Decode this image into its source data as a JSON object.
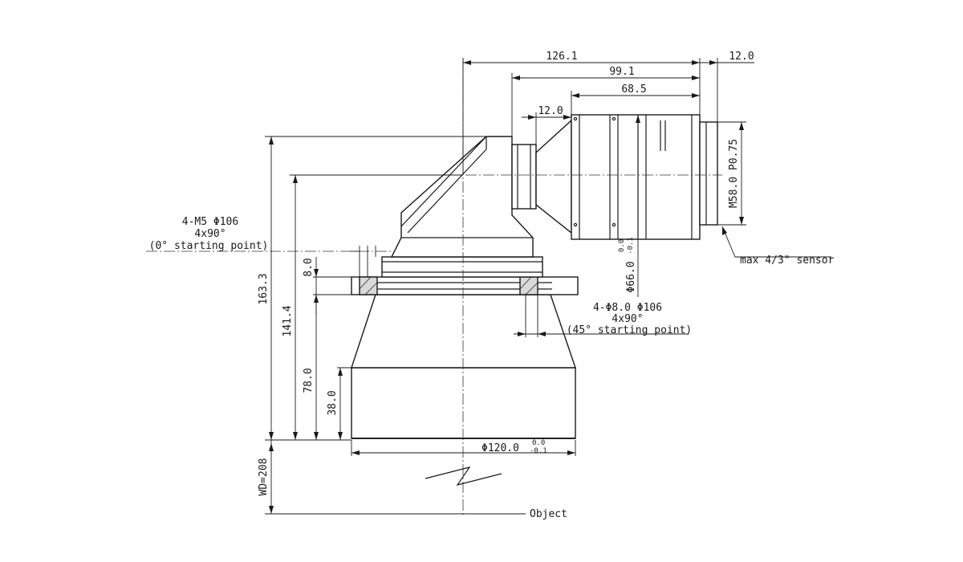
{
  "dimensions": {
    "total_length": "126.1",
    "length_99": "99.1",
    "length_68": "68.5",
    "mount_depth_right": "12.0",
    "mount_depth_left": "12.0",
    "height_total": "163.3",
    "height_axis": "141.4",
    "height_flange": "78.0",
    "height_front": "38.0",
    "flange_thickness": "8.0",
    "diameter_body": "Φ66.0",
    "diameter_body_tol_upper": "0.0",
    "diameter_body_tol_lower": "-0.1",
    "diameter_front": "Φ120.0",
    "diameter_front_tol_upper": "0.0",
    "diameter_front_tol_lower": "-0.1",
    "working_distance": "WD=208",
    "mount_thread": "M58.0 P0.75"
  },
  "annotations": {
    "tapped_holes_line1": "4-M5  Φ106",
    "tapped_holes_line2": "4x90°",
    "tapped_holes_line3": "(0° starting point)",
    "through_holes_line1": "4-Φ8.0  Φ106",
    "through_holes_line2": "4x90°",
    "through_holes_line3": "(45° starting point)",
    "sensor": "max 4/3\" sensor",
    "object": "Object"
  }
}
